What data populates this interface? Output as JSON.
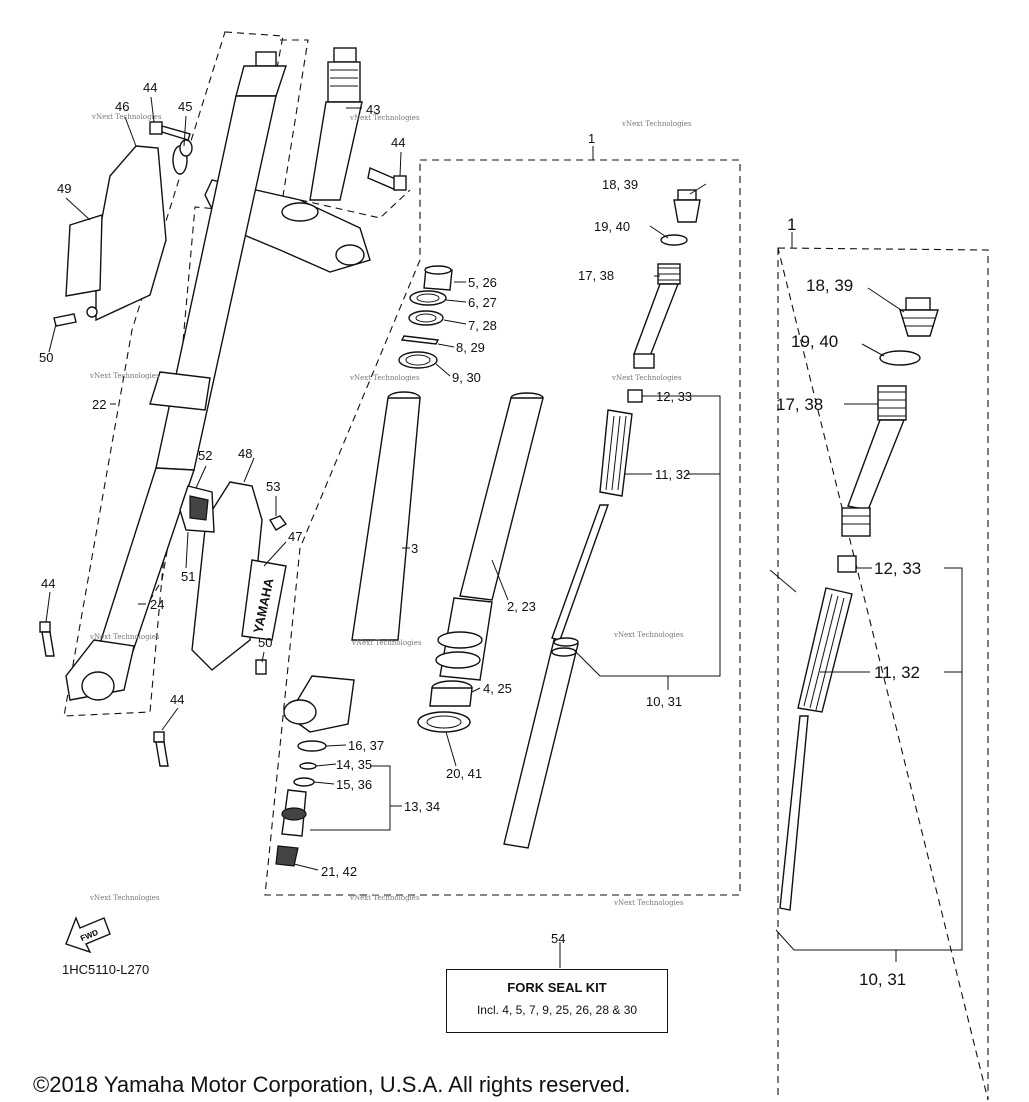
{
  "callouts": {
    "c1a": "1",
    "c1b": "1",
    "c2": "2, 23",
    "c3": "3",
    "c4": "4, 25",
    "c5": "5, 26",
    "c6": "6, 27",
    "c7": "7, 28",
    "c8": "8, 29",
    "c9": "9, 30",
    "c10a": "10, 31",
    "c10b": "10, 31",
    "c11a": "11, 32",
    "c11b": "11, 32",
    "c12a": "12, 33",
    "c12b": "12, 33",
    "c13": "13, 34",
    "c14": "14, 35",
    "c15": "15, 36",
    "c16": "16, 37",
    "c17a": "17, 38",
    "c17b": "17, 38",
    "c18a": "18, 39",
    "c18b": "18, 39",
    "c19a": "19, 40",
    "c19b": "19, 40",
    "c20": "20, 41",
    "c21": "21, 42",
    "c22": "22",
    "c24": "24",
    "c43": "43",
    "c44a": "44",
    "c44b": "44",
    "c44c": "44",
    "c44d": "44",
    "c45": "45",
    "c46": "46",
    "c47": "47",
    "c48": "48",
    "c49": "49",
    "c50a": "50",
    "c50b": "50",
    "c51": "51",
    "c52": "52",
    "c53": "53",
    "c54": "54"
  },
  "kit": {
    "title": "FORK SEAL KIT",
    "includes": "Incl. 4, 5, 7, 9, 25, 26, 28 & 30"
  },
  "fwd_label": "FWD",
  "brand_text": "YAMAHA",
  "diagram_code": "1HC5110-L270",
  "watermark": "vNext Technologies",
  "copyright": "©2018 Yamaha Motor Corporation, U.S.A. All rights reserved."
}
